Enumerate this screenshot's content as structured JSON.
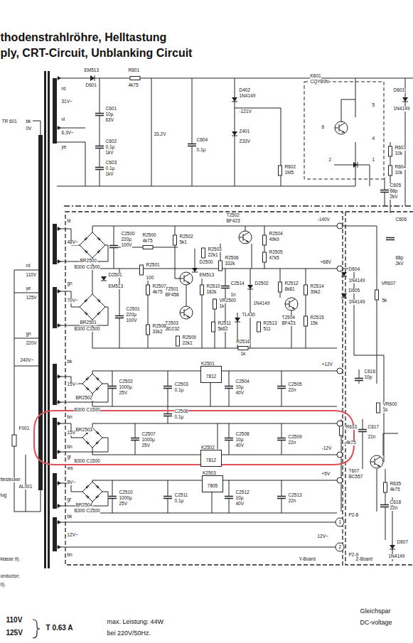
{
  "diagram": {
    "title": "thodenstrahlröhre, Helltastung",
    "nodes": [
      {
        "text": [
          "K2501",
          "7812"
        ]
      },
      {
        "text": [
          "K2502",
          "7812"
        ]
      },
      {
        "text": [
          "K2503",
          "7805"
        ]
      }
    ],
    "labels": [
      "TR 601",
      "rd",
      "31V~",
      "vi",
      "6,3V~",
      "ye",
      "EM513",
      "D601",
      "R601",
      "4k75",
      "C601",
      "10µ",
      "63V",
      "C602",
      "0,1µ",
      "1kV",
      "C603",
      "0,1µ",
      "1kV",
      "33,2V",
      "C604",
      "0,1µ",
      "D402",
      "1N4149",
      "-121V",
      "Z401",
      "Z33V",
      "R602",
      "1M5",
      "K601",
      "CQY80N",
      "5",
      "6",
      "4",
      "2",
      "1",
      "D603",
      "1N4149",
      "R603",
      "10k",
      "R604",
      "10k",
      "C605",
      "68p",
      "2kV",
      "C606",
      "68p",
      "2kV",
      "bk",
      "0V",
      "bl",
      "48V~",
      "C2500",
      "220µ",
      "100V",
      "R2500",
      "4k75",
      "BR2500",
      "B300 C1500",
      "R2502",
      "5k1",
      "T2502",
      "BF423",
      "R2503",
      "22k1",
      "D2500",
      "EM513",
      "R2504",
      "49k9",
      "R2505",
      "47k5",
      "R2506",
      "332k",
      "-140V",
      "R2501",
      "100",
      "T2501",
      "BF458",
      "+68V",
      "D2501",
      "EM513",
      "gn",
      "70V~",
      "R2507",
      "4k75",
      "R2510",
      "182k",
      "C2514",
      "1n",
      "D2502",
      "1N4149",
      "R2512",
      "6k81",
      "R2514",
      "39k2",
      "VR2500",
      "1k",
      "T2503",
      "BD232",
      "R2508",
      "33k2",
      "R2509",
      "22k1",
      "R2511",
      "5k62",
      "TL430",
      "R2513",
      "511",
      "T2504",
      "BF423",
      "R2515",
      "15k",
      "R2516",
      "1k",
      "C2501",
      "220µ",
      "100V",
      "BR2501",
      "B300 C1500",
      "bk",
      "15V~",
      "BR2502",
      "B300 C1500",
      "C2502",
      "1000µ",
      "25V",
      "C2503",
      "0,1µ",
      "C2504",
      "10µ",
      "40V",
      "C2505",
      "22n",
      "+12V",
      "C2506",
      "0,1µ",
      "bn",
      "15V~",
      "bn",
      "gr",
      "BR2503",
      "B300 C1500",
      "C2507",
      "1000µ",
      "25V",
      "C2508",
      "10µ",
      "40V",
      "C2509",
      "22n",
      "-12V",
      "ws",
      "8V~",
      "gr",
      "BR2504",
      "B300 C1500",
      "C2510",
      "1000µ",
      "25V",
      "C2511",
      "0,1µ",
      "C2512",
      "10µ",
      "40V",
      "C2513",
      "22n",
      "+5V",
      "bk",
      "12V~",
      "bn",
      "12V~",
      "P2-8",
      "1",
      "2",
      "P2-9",
      "Y-Board",
      "Z-Board",
      "rd",
      "110V",
      "ye",
      "125V",
      "gn",
      "220V",
      "240V~",
      "F001",
      "AL001",
      "ttestecker",
      "lug",
      "klasse II).",
      "onductor;",
      "II).",
      "C616",
      "10p",
      "VR600",
      "1k",
      "R633",
      "4k75",
      "C617",
      "22n",
      "T607",
      "BC557",
      "R635",
      "4k75",
      "C618",
      "22n",
      "D607",
      "1N4149",
      "D604",
      "1N4149",
      "D605",
      "1N4149",
      "VR607",
      "5k",
      "110V",
      "125V",
      "T 0.63 A",
      "max. Leistung: 44W",
      "bei 220V/50Hz.",
      "Gleichspar",
      "DC-voltage",
      "ply, CRT-Circuit, Unblanking Circuit"
    ]
  }
}
